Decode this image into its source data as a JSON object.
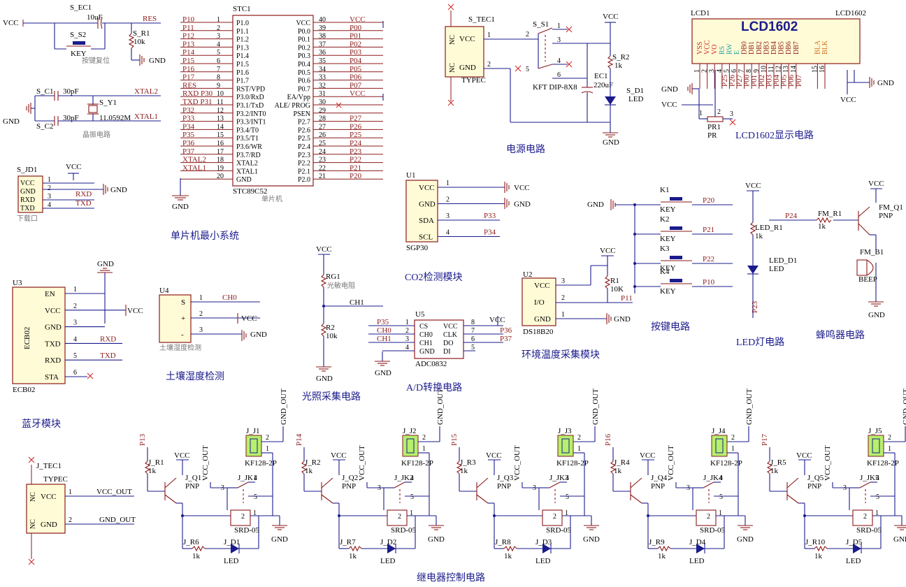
{
  "titles": {
    "power": "电源电路",
    "lcd": "LCD1602显示电路",
    "mcu": "单片机最小系统",
    "co2": "CO2检测模块",
    "keys": "按键电路",
    "led": "LED灯电路",
    "buzzer": "蜂鸣器电路",
    "env_temp": "环境温度采集模块",
    "soil": "土壤湿度检测",
    "light": "光照采集电路",
    "adc": "A/D转换电路",
    "bluetooth": "蓝牙模块",
    "relay": "继电器控制电路"
  },
  "reset": {
    "vcc": "VCC",
    "cap": "S_EC1",
    "cap_val": "10uF",
    "key": "S_S2",
    "key_type": "KEY",
    "key_note": "按键复位",
    "res": "S_R1",
    "res_val": "10k",
    "net": "RES",
    "gnd": "GND"
  },
  "crystal": {
    "c1": "S_C1",
    "c1_val": "30pF",
    "c2": "S_C2",
    "c2_val": "30pF",
    "y": "S_Y1",
    "y_val": "11.0592M",
    "note": "晶振电路",
    "xtal2": "XTAL2",
    "xtal1": "XTAL1",
    "gnd": "GND"
  },
  "mcu": {
    "ref": "STC1",
    "part": "STC89C52",
    "note": "单片机",
    "left_nets": [
      "P10",
      "P11",
      "P12",
      "P13",
      "P14",
      "P15",
      "P16",
      "P17",
      "RES",
      "RXD P30",
      "TXD P31",
      "P32",
      "P33",
      "P34",
      "P35",
      "P36",
      "P37",
      "XTAL2",
      "XTAL1",
      ""
    ],
    "left_nums": [
      "1",
      "2",
      "3",
      "4",
      "5",
      "6",
      "7",
      "8",
      "9",
      "10",
      "11",
      "12",
      "13",
      "14",
      "15",
      "16",
      "17",
      "18",
      "19",
      "20"
    ],
    "left_pins": [
      "P1.0",
      "P1.1",
      "P1.2",
      "P1.3",
      "P1.4",
      "P1.5",
      "P1.6",
      "P1.7",
      "RST/VPD",
      "P3.0/RxD",
      "P3.1/TxD",
      "P3.2/INT0",
      "P3.3/INT1",
      "P3.4/T0",
      "P3.5/T1",
      "P3.6/WR",
      "P3.7/RD",
      "XTAL2",
      "XTAL1",
      "GND"
    ],
    "right_pins": [
      "VCC",
      "P0.0",
      "P0.1",
      "P0.2",
      "P0.3",
      "P0.4",
      "P0.5",
      "P0.6",
      "P0.7",
      "EA/Vpp",
      "ALE/ PROG",
      "PSEN",
      "P2.7",
      "P2.6",
      "P2.5",
      "P2.4",
      "P2.3",
      "P2.2",
      "P2.1",
      "P2.0"
    ],
    "right_nums": [
      "40",
      "39",
      "38",
      "37",
      "36",
      "35",
      "34",
      "33",
      "32",
      "31",
      "30",
      "29",
      "28",
      "27",
      "26",
      "25",
      "24",
      "23",
      "22",
      "21"
    ],
    "right_nets": [
      "VCC",
      "P00",
      "P01",
      "P02",
      "P03",
      "P04",
      "P05",
      "P06",
      "P07",
      "VCC",
      "",
      "",
      "P27",
      "P26",
      "P25",
      "P24",
      "P23",
      "P22",
      "P21",
      "P20"
    ],
    "gnd": "GND"
  },
  "download": {
    "ref": "S_JD1",
    "pins": [
      "VCC",
      "GND",
      "RXD",
      "TXD"
    ],
    "nums": [
      "1",
      "2",
      "3",
      "4"
    ],
    "vcc": "VCC",
    "gnd": "GND",
    "rxd": "RXD",
    "txd": "TXD",
    "note": "下载口"
  },
  "power": {
    "ref": "S_TEC1",
    "pins": [
      "VCC",
      "GND"
    ],
    "side": [
      "NC",
      "NC"
    ],
    "nums": [
      "1",
      "2"
    ],
    "type": "TYPEC",
    "sw": "S_S1",
    "sw_nums": [
      "1",
      "2",
      "3",
      "4",
      "5",
      "6"
    ],
    "sw_type": "KFT DIP-8X8",
    "cap": "EC1",
    "cap_val": "220uF",
    "res": "S_R2",
    "res_val": "1k",
    "led": "S_D1",
    "led_type": "LED",
    "vcc": "VCC",
    "gnd": "GND"
  },
  "lcd": {
    "ref": "LCD1",
    "title": "LCD1602",
    "part": "LCD1602",
    "pins": [
      "VSS",
      "VCC",
      "VO",
      "RS",
      "RW",
      "E",
      "DB0",
      "DB1",
      "DB2",
      "DB3",
      "DB4",
      "DB5",
      "DB6",
      "DB7",
      "BLA",
      "BLK"
    ],
    "nums": [
      "1",
      "2",
      "3",
      "4",
      "5",
      "6",
      "7",
      "8",
      "9",
      "10",
      "11",
      "12",
      "13",
      "14",
      "15",
      "16"
    ],
    "nets": [
      "",
      "",
      "",
      "P25",
      "P26",
      "P27",
      "P00",
      "P01",
      "P02",
      "P03",
      "P04",
      "P05",
      "P06",
      "P07",
      "",
      ""
    ],
    "pot": "PR1",
    "pot_type": "PR",
    "vcc": "VCC",
    "gnd": "GND",
    "vcc2": "VCC",
    "gnd2": "GND",
    "pot_pins": [
      "1",
      "2",
      "3"
    ]
  },
  "co2": {
    "ref": "U1",
    "part": "SGP30",
    "pins": [
      "VCC",
      "GND",
      "SDA",
      "SCL"
    ],
    "nums": [
      "1",
      "2",
      "3",
      "4"
    ],
    "nets": [
      "VCC",
      "GND",
      "P33",
      "P34"
    ]
  },
  "keys": {
    "gnd": "GND",
    "items": [
      {
        "ref": "K1",
        "type": "KEY",
        "net": "P20"
      },
      {
        "ref": "K2",
        "type": "KEY",
        "net": "P21"
      },
      {
        "ref": "K3",
        "type": "KEY",
        "net": "P22"
      },
      {
        "ref": "K4",
        "type": "KEY",
        "net": "P10"
      }
    ]
  },
  "led_circuit": {
    "vcc": "VCC",
    "res": "LED_R1",
    "res_val": "1k",
    "led": "LED_D1",
    "led_type": "LED",
    "net": "P23"
  },
  "buzzer": {
    "net": "P24",
    "res": "FM_R1",
    "res_val": "1k",
    "q": "FM_Q1",
    "q_type": "PNP",
    "b": "FM_B1",
    "b_type": "BEEP",
    "vcc": "VCC",
    "gnd": "GND"
  },
  "ds18b20": {
    "ref": "U2",
    "part": "DS18B20",
    "pins": [
      "VCC",
      "I/O",
      "GND"
    ],
    "nums": [
      "3",
      "2",
      "1"
    ],
    "res": "R1",
    "res_val": "10K",
    "vcc": "VCC",
    "net": "P11",
    "gnd": "GND"
  },
  "bt": {
    "ref": "U3",
    "part": "ECB02",
    "body": "ECB02",
    "pins": [
      "EN",
      "VCC",
      "GND",
      "TXD",
      "RXD",
      "STA"
    ],
    "nums": [
      "1",
      "2",
      "3",
      "4",
      "5",
      "6"
    ],
    "nets": [
      "",
      "VCC",
      "",
      "RXD",
      "TXD",
      ""
    ],
    "gnd": "GND"
  },
  "soil": {
    "ref": "U4",
    "pins": [
      "S",
      "+",
      "-"
    ],
    "nums": [
      "1",
      "2",
      "3"
    ],
    "nets": [
      "CH0",
      "VCC",
      "GND"
    ],
    "note": "土壤湿度检测"
  },
  "light": {
    "vcc": "VCC",
    "rg": "RG1",
    "rg_note": "光敏电阻",
    "r": "R2",
    "r_val": "10k",
    "net": "CH1",
    "gnd": "GND"
  },
  "adc": {
    "ref": "U5",
    "part": "ADC0832",
    "left_pins": [
      "CS",
      "CH0",
      "CH1",
      "GND"
    ],
    "left_nums": [
      "1",
      "2",
      "3",
      "4"
    ],
    "left_nets": [
      "P35",
      "CH0",
      "CH1",
      ""
    ],
    "right_pins": [
      "VCC",
      "CLK",
      "DO",
      "DI"
    ],
    "right_nums": [
      "8",
      "7",
      "6",
      "5"
    ],
    "right_nets": [
      "VCC",
      "P36",
      "P37",
      ""
    ],
    "gnd": "GND"
  },
  "typec2": {
    "ref": "J_TEC1",
    "type": "TYPEC",
    "pins": [
      "VCC",
      "GND"
    ],
    "nums": [
      "1",
      "2"
    ],
    "side": [
      "NC",
      "NC"
    ],
    "nets": [
      "VCC_OUT",
      "GND_OUT"
    ],
    "vcc": "VCC"
  },
  "relays": [
    {
      "net": "P13",
      "r": "J_R1",
      "q": "J_Q1",
      "j": "J_J1",
      "jk": "J_JK1",
      "rled": "J_R6",
      "d": "J_D1"
    },
    {
      "net": "P14",
      "r": "J_R2",
      "q": "J_Q2",
      "j": "J_J2",
      "jk": "J_JK2",
      "rled": "J_R7",
      "d": "J_D2"
    },
    {
      "net": "P15",
      "r": "J_R3",
      "q": "J_Q3",
      "j": "J_J3",
      "jk": "J_JK3",
      "rled": "J_R8",
      "d": "J_D3"
    },
    {
      "net": "P16",
      "r": "J_R4",
      "q": "J_Q4",
      "j": "J_J4",
      "jk": "J_JK4",
      "rled": "J_R9",
      "d": "J_D4"
    },
    {
      "net": "P17",
      "r": "J_R5",
      "q": "J_Q5",
      "j": "J_J5",
      "jk": "J_JK5",
      "rled": "J_R10",
      "d": "J_D5"
    }
  ],
  "relay_common": {
    "res_val": "1k",
    "q_type": "PNP",
    "vcc": "VCC",
    "vcc_out": "VCC_OUT",
    "gnd_out": "GND_OUT",
    "term": "KF128-2P",
    "relay": "SRD-05",
    "led": "LED",
    "gnd": "GND",
    "pins": [
      "1",
      "2",
      "3",
      "4",
      "5"
    ]
  },
  "colors": {
    "wire": "#1b1b8c",
    "body": "#fffbd6",
    "outline": "#8b1a1a",
    "terminal": "#b6f06c",
    "title": "#1b1b8c"
  }
}
